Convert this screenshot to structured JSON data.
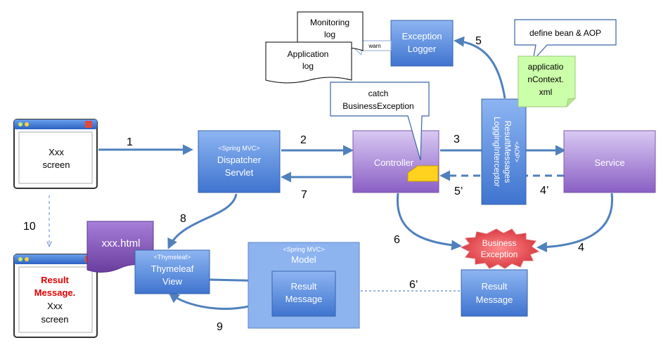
{
  "screen_xxx": {
    "line1": "Xxx",
    "line2": "screen"
  },
  "screen_result": {
    "line1": "Result",
    "line2": "Message.",
    "line3": "Xxx",
    "line4": "screen"
  },
  "dispatcher": {
    "tag": "<Spring MVC>",
    "line1": "Dispatcher",
    "line2": "Servlet"
  },
  "controller": {
    "label": "Controller"
  },
  "service": {
    "label": "Service"
  },
  "interceptor": {
    "tag": "<AOP>",
    "line1": "ResultMessages",
    "line2": "LoggingInterceptor"
  },
  "exception_logger": {
    "line1": "Exception",
    "line2": "Logger"
  },
  "monitoring_log": {
    "line1": "Monitoring",
    "line2": "log"
  },
  "application_log": {
    "line1": "Application",
    "line2": "log"
  },
  "warn_label": "warn",
  "callout_catch": {
    "line1": "catch",
    "line2": "BusinessException"
  },
  "callout_define": "define bean & AOP",
  "note_appcontext": {
    "line1": "applicatio",
    "line2": "nContext.",
    "line3": "xml"
  },
  "business_exception": {
    "line1": "Business",
    "line2": "Exception"
  },
  "model": {
    "tag": "<Spring MVC>",
    "label": "Model"
  },
  "model_result_message": {
    "line1": "Result",
    "line2": "Message"
  },
  "result_message": {
    "line1": "Result",
    "line2": "Message"
  },
  "thymeleaf_view": {
    "tag": "<Thymeleaf>",
    "line1": "Thymeleaf",
    "line2": "View"
  },
  "template_file": "xxx.html",
  "steps": {
    "s1": "1",
    "s2": "2",
    "s3": "3",
    "s4": "4",
    "s4p": "4’",
    "s5": "5",
    "s5p": "5’",
    "s6": "6",
    "s6p": "6’",
    "s7": "7",
    "s8": "8",
    "s9": "9",
    "s10": "10"
  },
  "colors": {
    "blue_box": "#5f93e0",
    "purple_box": "#a98ad6",
    "arrow": "#4f81bd",
    "burst": "#e8434a",
    "note": "#ccffaa",
    "model_bg": "#8eb4f0"
  }
}
